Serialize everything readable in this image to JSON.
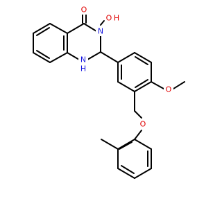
{
  "molecule": {
    "atoms": [
      {
        "id": "O1",
        "label": "O",
        "color": "#e00000"
      },
      {
        "id": "O2",
        "label": "O",
        "color": "#e00000"
      },
      {
        "id": "H2",
        "label": "H",
        "color": "#e00000"
      },
      {
        "id": "N1",
        "label": "N",
        "color": "#1414e0"
      },
      {
        "id": "N2",
        "label": "N",
        "color": "#1414e0"
      },
      {
        "id": "H1",
        "label": "H",
        "color": "#1414e0"
      },
      {
        "id": "O3",
        "label": "O",
        "color": "#e00000"
      },
      {
        "id": "O4",
        "label": "O",
        "color": "#e00000"
      }
    ],
    "bond_color": "#000000",
    "background": "#ffffff"
  }
}
